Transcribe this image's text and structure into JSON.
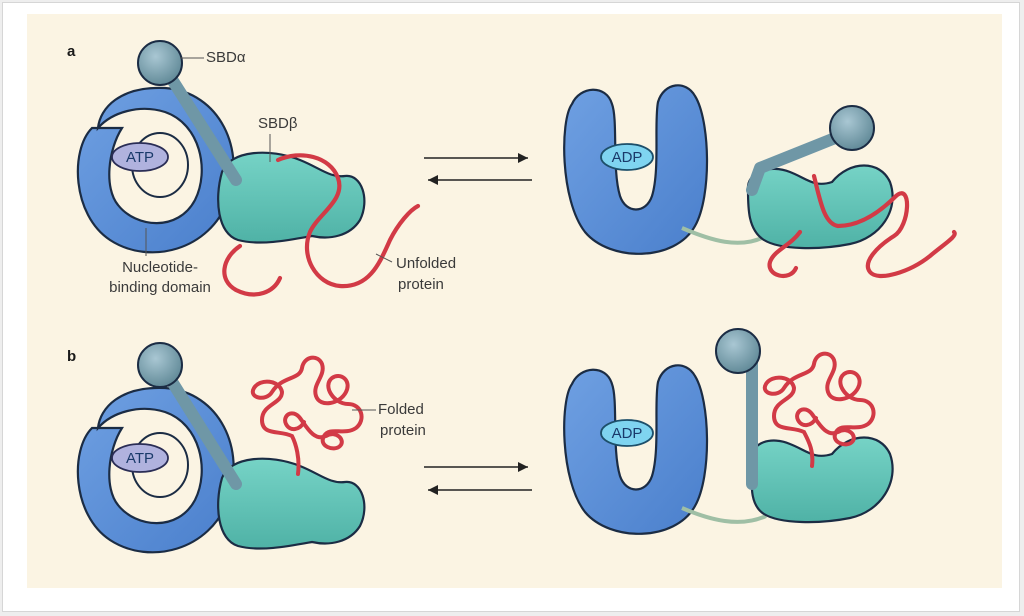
{
  "panels": {
    "a": {
      "letter": "a",
      "labels": {
        "sbd_alpha": "SBDα",
        "sbd_beta": "SBDβ",
        "atp": "ATP",
        "adp": "ADP",
        "ndomain_line1": "Nucleotide-",
        "ndomain_line2": "binding domain",
        "unfolded_line1": "Unfolded",
        "unfolded_line2": "protein"
      }
    },
    "b": {
      "letter": "b",
      "labels": {
        "atp": "ATP",
        "adp": "ADP",
        "folded_line1": "Folded",
        "folded_line2": "protein"
      }
    }
  },
  "colors": {
    "background": "#fbf4e3",
    "nucleotide_domain": "#5b8fd6",
    "substrate_domain": "#5fc2b6",
    "lid": "#6f97a6",
    "protein": "#d23a46",
    "atp": "#b0b2de",
    "adp": "#7fd4f0",
    "linker": "#9fbfa5"
  }
}
